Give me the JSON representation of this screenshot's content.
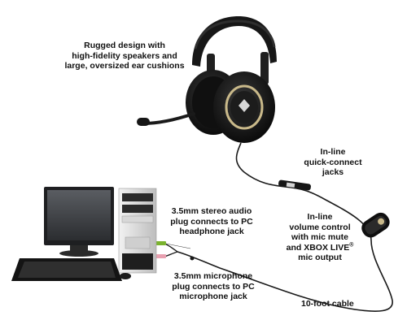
{
  "callouts": {
    "design": {
      "lines": [
        "Rugged design with",
        "high-fidelity speakers and",
        "large, oversized ear cushions"
      ]
    },
    "quick_connect": {
      "lines": [
        "In-line",
        "quick-connect",
        "jacks"
      ]
    },
    "stereo_plug": {
      "lines": [
        "3.5mm stereo audio",
        "plug connects to PC",
        "headphone jack"
      ]
    },
    "volume_control": {
      "lines": [
        "In-line",
        "volume control",
        "with mic mute",
        "and XBOX LIVE",
        "mic output"
      ],
      "superscript": "®"
    },
    "mic_plug": {
      "lines": [
        "3.5mm microphone",
        "plug connects to PC",
        "microphone jack"
      ]
    },
    "cable": {
      "lines": [
        "10-foot cable"
      ]
    }
  },
  "colors": {
    "plug_green": "#7ab32e",
    "plug_pink": "#e8a0b0",
    "cable": "#1a1a1a",
    "headset_body": "#161616",
    "ear_ring": "#c9b98a"
  }
}
